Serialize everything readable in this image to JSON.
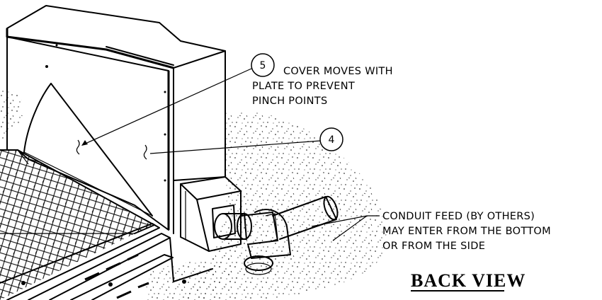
{
  "callouts": [
    {
      "number": "5"
    },
    {
      "number": "4"
    }
  ],
  "notes": {
    "cover_moves": [
      "COVER MOVES WITH",
      "PLATE TO PREVENT",
      "PINCH POINTS"
    ],
    "conduit_feed": [
      "CONDUIT FEED (BY OTHERS)",
      "MAY ENTER FROM THE BOTTOM",
      "OR FROM THE SIDE"
    ]
  },
  "view_title": "BACK VIEW"
}
